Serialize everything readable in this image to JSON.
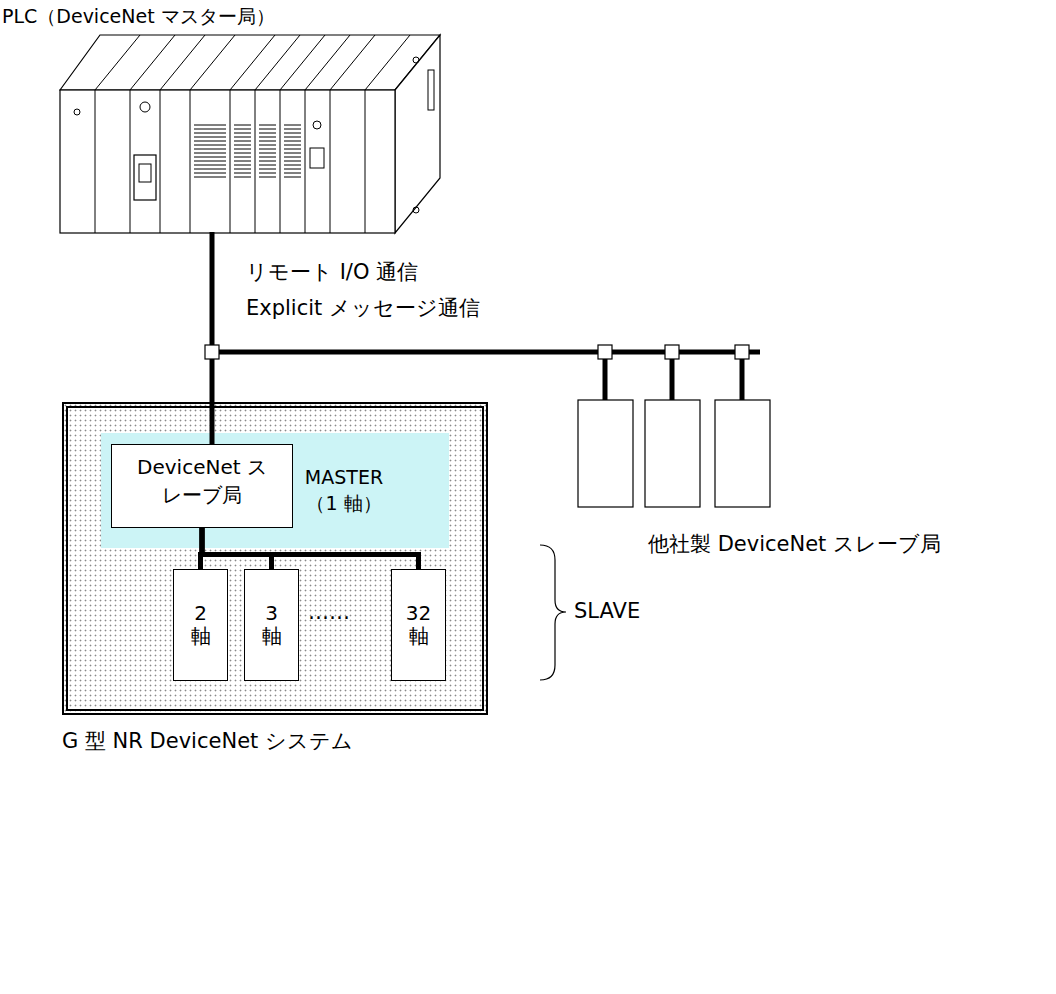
{
  "diagram": {
    "nodes": [
      {
        "text": [
          "PLC（DeviceNet マスター局）"
        ]
      },
      {
        "text": [
          "G 型 NR DeviceNet システム"
        ]
      },
      {
        "text": [
          "MASTER （1 軸）"
        ],
        "in": 1
      },
      {
        "text": [
          "DeviceNet スレーブ局"
        ],
        "in": 2
      },
      {
        "text": [
          "2 軸"
        ],
        "in": 1
      },
      {
        "text": [
          "3 軸"
        ],
        "in": 1
      },
      {
        "text": [
          "32 軸"
        ],
        "in": 1
      }
    ],
    "edges": [
      {
        "from": 0,
        "to": 3,
        "arrow": "none"
      },
      {
        "from": 3,
        "to": 4,
        "arrow": "none"
      },
      {
        "from": 3,
        "to": 5,
        "arrow": "none"
      },
      {
        "from": 3,
        "to": 6,
        "arrow": "none"
      }
    ],
    "labels": [
      "リモート I/O 通信",
      "Explicit メッセージ通信",
      "他社製 DeviceNet スレーブ局",
      "……",
      "SLAVE"
    ]
  }
}
